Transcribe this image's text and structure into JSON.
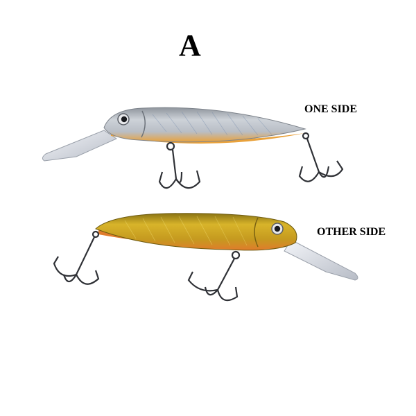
{
  "title_letter": "A",
  "lure_top": {
    "label": "ONE SIDE",
    "body_color": "#c5cad0",
    "belly_color": "#e9a23c",
    "lip_color": "#dfe3ea"
  },
  "lure_bottom": {
    "label": "OTHER SIDE",
    "body_color": "#c9a526",
    "belly_color": "#e07c2c",
    "lip_color": "#dfe3ea"
  },
  "hook_color": "#2f3136"
}
